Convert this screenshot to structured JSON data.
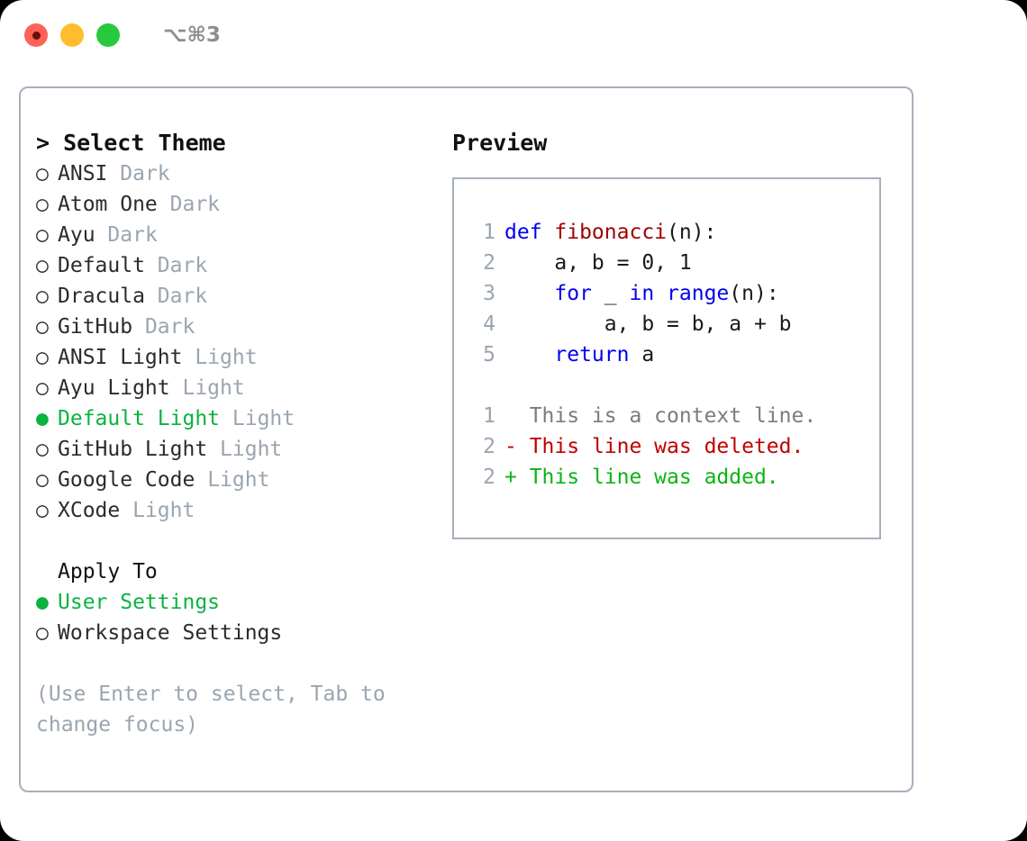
{
  "window": {
    "shortcut": "⌥⌘3",
    "traffic_lights": [
      {
        "name": "close-button",
        "color": "#FF6058"
      },
      {
        "name": "minimize-button",
        "color": "#FFBD2E"
      },
      {
        "name": "maximize-button",
        "color": "#27C93F"
      }
    ]
  },
  "theme_picker": {
    "header": "> Select Theme",
    "marker_selected": "●",
    "marker_unselected": "○",
    "accent_color": "#09B33F",
    "items": [
      {
        "label": "ANSI",
        "tag": "Dark",
        "selected": false
      },
      {
        "label": "Atom One",
        "tag": "Dark",
        "selected": false
      },
      {
        "label": "Ayu",
        "tag": "Dark",
        "selected": false
      },
      {
        "label": "Default",
        "tag": "Dark",
        "selected": false
      },
      {
        "label": "Dracula",
        "tag": "Dark",
        "selected": false
      },
      {
        "label": "GitHub",
        "tag": "Dark",
        "selected": false
      },
      {
        "label": "ANSI Light",
        "tag": "Light",
        "selected": false
      },
      {
        "label": "Ayu Light",
        "tag": "Light",
        "selected": false
      },
      {
        "label": "Default Light",
        "tag": "Light",
        "selected": true
      },
      {
        "label": "GitHub Light",
        "tag": "Light",
        "selected": false
      },
      {
        "label": "Google Code",
        "tag": "Light",
        "selected": false
      },
      {
        "label": "XCode",
        "tag": "Light",
        "selected": false
      }
    ]
  },
  "apply_to": {
    "header": "Apply To",
    "items": [
      {
        "label": "User Settings",
        "selected": true
      },
      {
        "label": "Workspace Settings",
        "selected": false
      }
    ]
  },
  "hint": "(Use Enter to select, Tab to change focus)",
  "preview": {
    "title": "Preview",
    "code_lines": [
      {
        "no": "1",
        "tokens": [
          {
            "t": "def ",
            "c": "kw"
          },
          {
            "t": "fibonacci",
            "c": "fn"
          },
          {
            "t": "(n):",
            "c": "plain"
          }
        ]
      },
      {
        "no": "2",
        "tokens": [
          {
            "t": "    a, b = 0, 1",
            "c": "plain"
          }
        ]
      },
      {
        "no": "3",
        "tokens": [
          {
            "t": "    ",
            "c": "plain"
          },
          {
            "t": "for ",
            "c": "kw"
          },
          {
            "t": "_ ",
            "c": "plain"
          },
          {
            "t": "in ",
            "c": "kw"
          },
          {
            "t": "range",
            "c": "kw"
          },
          {
            "t": "(n):",
            "c": "plain"
          }
        ]
      },
      {
        "no": "4",
        "tokens": [
          {
            "t": "        a, b = b, a + b",
            "c": "plain"
          }
        ]
      },
      {
        "no": "5",
        "tokens": [
          {
            "t": "    ",
            "c": "plain"
          },
          {
            "t": "return ",
            "c": "kw"
          },
          {
            "t": "a",
            "c": "plain"
          }
        ]
      }
    ],
    "diff_lines": [
      {
        "no": "1",
        "sign": " ",
        "text": " This is a context line.",
        "kind": "diff-context"
      },
      {
        "no": "2",
        "sign": "-",
        "text": " This line was deleted.",
        "kind": "diff-del"
      },
      {
        "no": "2",
        "sign": "+",
        "text": " This line was added.",
        "kind": "diff-add"
      }
    ]
  }
}
